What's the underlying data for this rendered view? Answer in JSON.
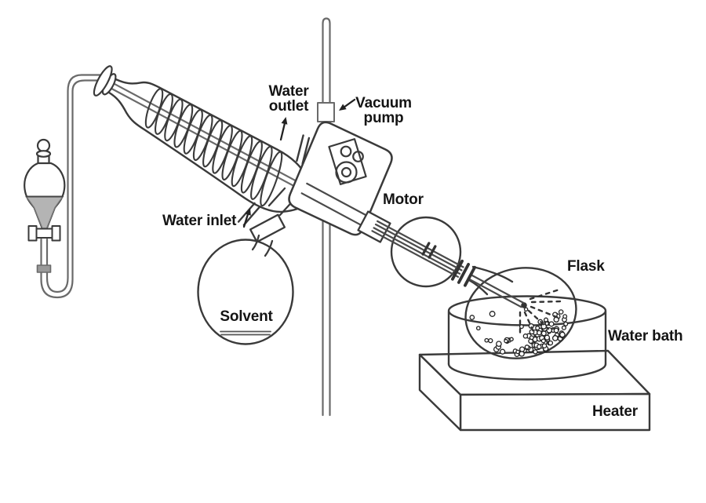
{
  "labels": {
    "water_outlet": "Water\noutlet",
    "vacuum_pump": "Vacuum\npump",
    "motor": "Motor",
    "water_inlet": "Water inlet",
    "solvent": "Solvent",
    "flask": "Flask",
    "water_bath": "Water bath",
    "heater": "Heater"
  },
  "colors": {
    "line": "#3a3a3a",
    "tube": "#6a6a6a",
    "text": "#141414",
    "liquid": "#b4b4b4",
    "background": "#ffffff"
  }
}
